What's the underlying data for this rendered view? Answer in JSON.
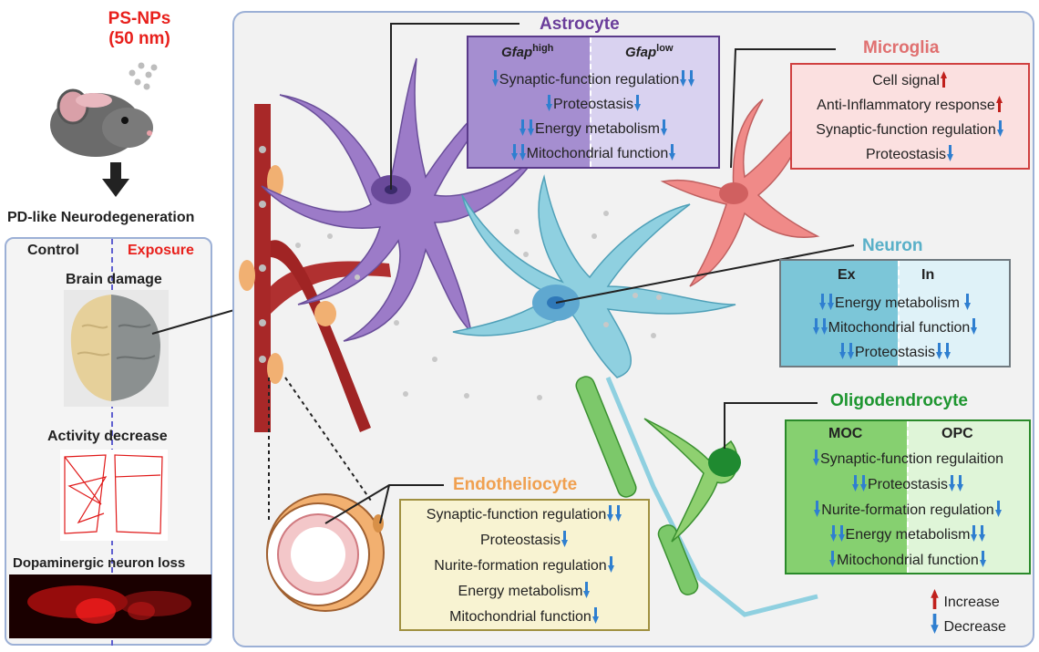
{
  "exposure": {
    "title_line1": "PS-NPs",
    "title_line2": "(50 nm)",
    "outcome": "PD-like Neurodegeneration"
  },
  "left_panel": {
    "control_label": "Control",
    "exposure_label": "Exposure",
    "brain_damage": "Brain damage",
    "activity_decrease": "Activity decrease",
    "dopaminergic_loss": "Dopaminergic neuron loss"
  },
  "astrocyte": {
    "title": "Astrocyte",
    "col_high": "Gfap",
    "col_high_sup": "high",
    "col_low": "Gfap",
    "col_low_sup": "low",
    "rows": [
      "Synaptic-function regulation",
      "Proteostasis",
      "Energy metabolism",
      "Mitochondrial function"
    ]
  },
  "microglia": {
    "title": "Microglia",
    "rows": [
      "Cell signal",
      "Anti-Inflammatory response",
      "Synaptic-function regulation",
      "Proteostasis"
    ]
  },
  "neuron": {
    "title": "Neuron",
    "col_ex": "Ex",
    "col_in": "In",
    "rows": [
      "Energy metabolism",
      "Mitochondrial function",
      "Proteostasis"
    ]
  },
  "oligodendrocyte": {
    "title": "Oligodendrocyte",
    "col_moc": "MOC",
    "col_opc": "OPC",
    "rows": [
      "Synaptic-function regulaition",
      "Proteostasis",
      "Nurite-formation regulation",
      "Energy metabolism",
      "Mitochondrial function"
    ]
  },
  "endotheliocyte": {
    "title": "Endotheliocyte",
    "rows": [
      "Synaptic-function regulation",
      "Proteostasis",
      "Nurite-formation regulation",
      "Energy metabolism",
      "Mitochondrial function"
    ]
  },
  "legend": {
    "increase": "Increase",
    "decrease": "Decrease"
  },
  "colors": {
    "astrocyte": "#6a3d9a",
    "microglia": "#e07070",
    "neuron": "#59b0c8",
    "oligodendrocyte": "#1e9630",
    "endotheliocyte": "#f0a050",
    "exposure_red": "#e8201c",
    "arrow_up": "#c0201c",
    "arrow_down": "#2f7fd0"
  }
}
